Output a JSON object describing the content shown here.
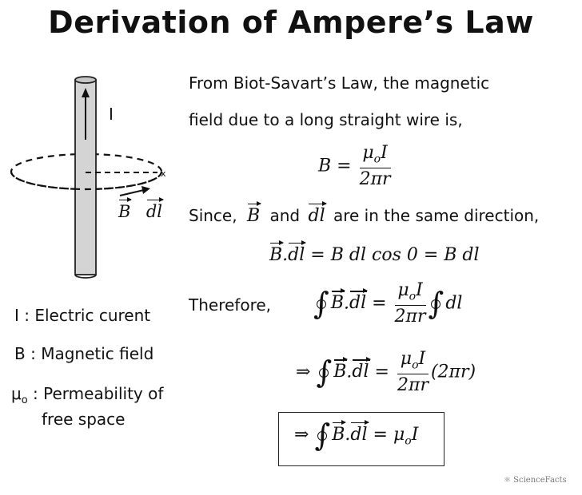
{
  "title": "Derivation of Ampere’s Law",
  "intro_line1": "From Biot-Savart’s Law, the magnetic",
  "intro_line2": "field due to a long straight wire is,",
  "since_label": "Since,",
  "and_label": "and",
  "same_direction_text": "are in the same direction,",
  "therefore_label": "Therefore,",
  "diagram": {
    "current_label": "I",
    "point_label": "x",
    "vector_B": "B",
    "vector_dl": "dl"
  },
  "legend": {
    "I": {
      "symbol": "I",
      "text": "Electric curent"
    },
    "B": {
      "symbol": "B",
      "text": "Magnetic field"
    },
    "mu": {
      "symbol": "μ",
      "subscript": "o",
      "text_line1": "Permeability of",
      "text_line2": "free space"
    }
  },
  "eq1": {
    "lhs": "B =",
    "num_mu": "μ",
    "num_sub": "o",
    "num_I": "I",
    "den": "2πr"
  },
  "eq2": {
    "B": "B",
    "dot": ".",
    "dl": "dl",
    "rhs": "= B dl cos 0 = B dl"
  },
  "eq3": {
    "B": "B",
    "dot": ".",
    "dl": "dl",
    "eq": "=",
    "num": "μ",
    "num_sub": "o",
    "num_I": "I",
    "den": "2πr",
    "tail": "dl"
  },
  "eq4": {
    "implies": "⇒",
    "B": "B",
    "dot": ".",
    "dl": "dl",
    "eq": "=",
    "num": "μ",
    "num_sub": "o",
    "num_I": "I",
    "den": "2πr",
    "tail": "(2πr)"
  },
  "eq5": {
    "implies": "⇒",
    "B": "B",
    "dot": ".",
    "dl": "dl",
    "eq": "= μ",
    "sub": "o",
    "I": "I"
  },
  "logo_text": "ScienceFacts"
}
